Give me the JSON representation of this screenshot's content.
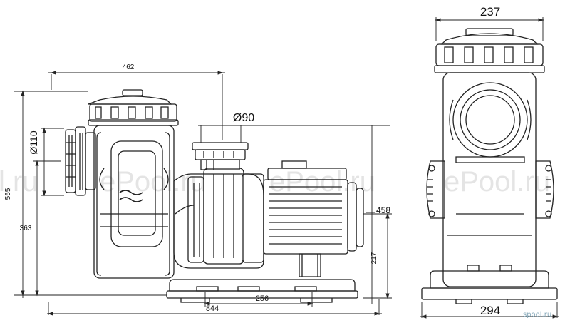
{
  "watermarks": [
    "l.ru",
    "ePool.ru",
    "ePool.ru",
    "ePool.ru"
  ],
  "brand": "spool.ru",
  "dimensions": {
    "d462": "462",
    "d844": "844",
    "d256": "256",
    "o90": "Ø90",
    "d555": "555",
    "d363": "363",
    "o110": "Ø110",
    "d458": "458",
    "d217": "217",
    "d237": "237",
    "d294": "294"
  }
}
